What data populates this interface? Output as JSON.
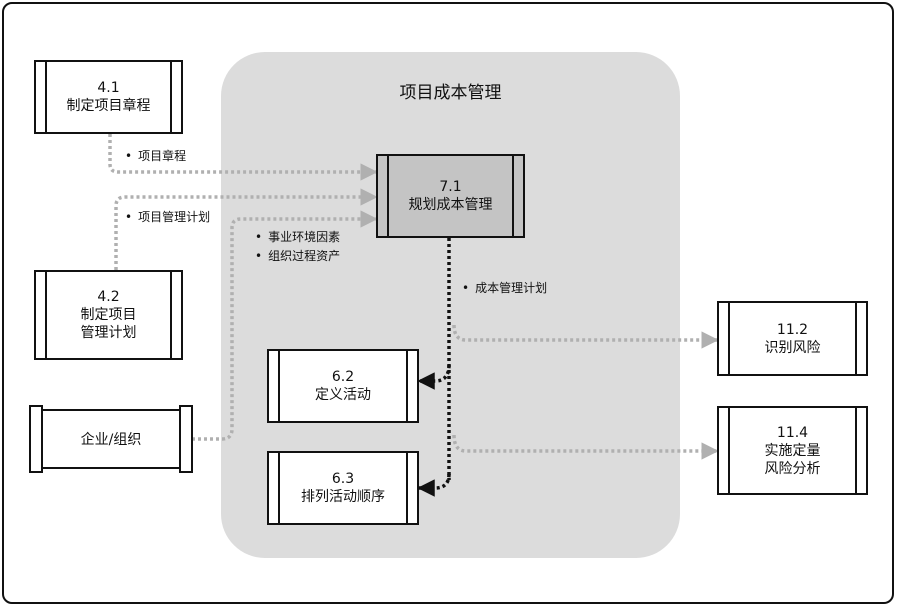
{
  "region": {
    "title": "项目成本管理"
  },
  "boxes": {
    "b41": {
      "num": "4.1",
      "name": "制定项目章程"
    },
    "b42": {
      "num": "4.2",
      "name1": "制定项目",
      "name2": "管理计划"
    },
    "b71": {
      "num": "7.1",
      "name": "规划成本管理"
    },
    "b62": {
      "num": "6.2",
      "name": "定义活动"
    },
    "b63": {
      "num": "6.3",
      "name": "排列活动顺序"
    },
    "b112": {
      "num": "11.2",
      "name": "识别风险"
    },
    "b114": {
      "num": "11.4",
      "name1": "实施定量",
      "name2": "风险分析"
    }
  },
  "enterprise": {
    "name": "企业/组织"
  },
  "labels": {
    "bullet": "•",
    "charter": "项目章程",
    "pmplan": "项目管理计划",
    "eef": "事业环境因素",
    "opa": "组织过程资产",
    "cmplan": "成本管理计划"
  },
  "colors": {
    "region": "#dcdcdc",
    "main_box": "#c4c4c4",
    "input_arrow": "#b0b0b0",
    "output_arrow": "#111111"
  }
}
